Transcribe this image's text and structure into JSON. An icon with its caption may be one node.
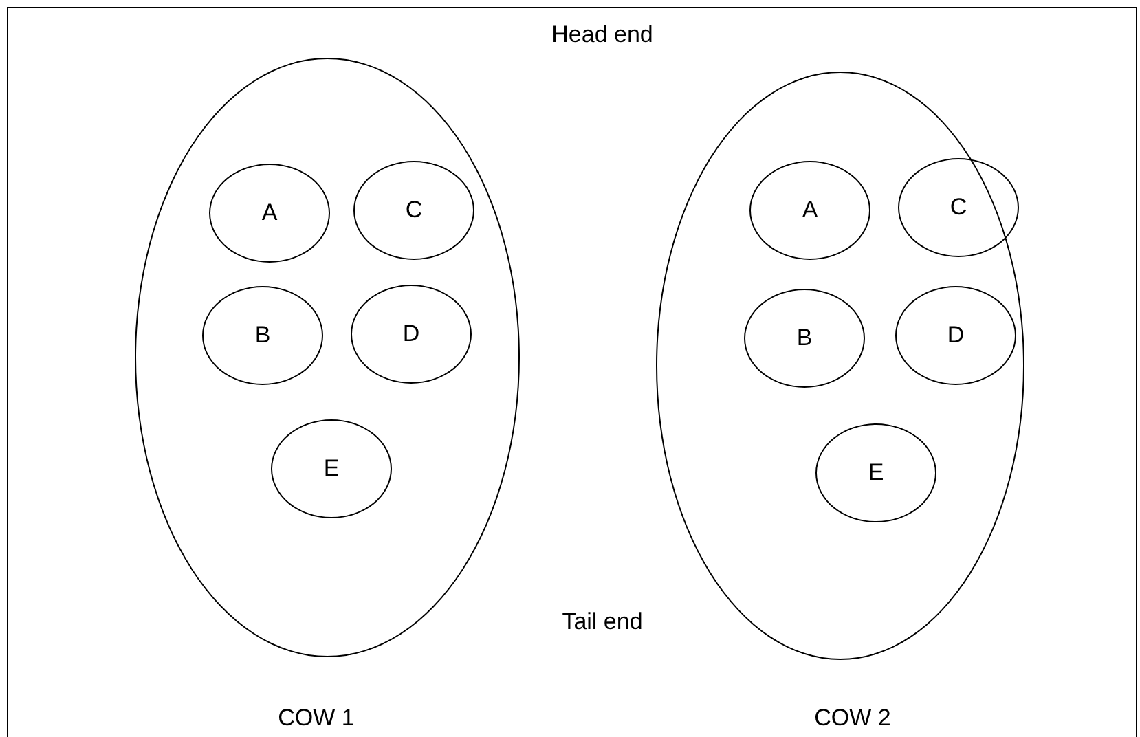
{
  "diagram": {
    "nodes": [
      {
        "text": [],
        "shape": "ellipse",
        "beside": [
          "COW 1"
        ]
      },
      {
        "text": [
          "A"
        ],
        "in": 0
      },
      {
        "text": [
          "C"
        ],
        "in": 0
      },
      {
        "text": [
          "B"
        ],
        "in": 0
      },
      {
        "text": [
          "D"
        ],
        "in": 0
      },
      {
        "text": [
          "E"
        ],
        "in": 0
      },
      {
        "text": [],
        "shape": "ellipse",
        "beside": [
          "COW 2"
        ]
      },
      {
        "text": [
          "A"
        ],
        "in": 6
      },
      {
        "text": [
          "C"
        ],
        "in": 6
      },
      {
        "text": [
          "B"
        ],
        "in": 6
      },
      {
        "text": [
          "D"
        ],
        "in": 6
      },
      {
        "text": [
          "E"
        ],
        "in": 6
      }
    ],
    "labels": [
      "Head end",
      "Tail end"
    ]
  }
}
